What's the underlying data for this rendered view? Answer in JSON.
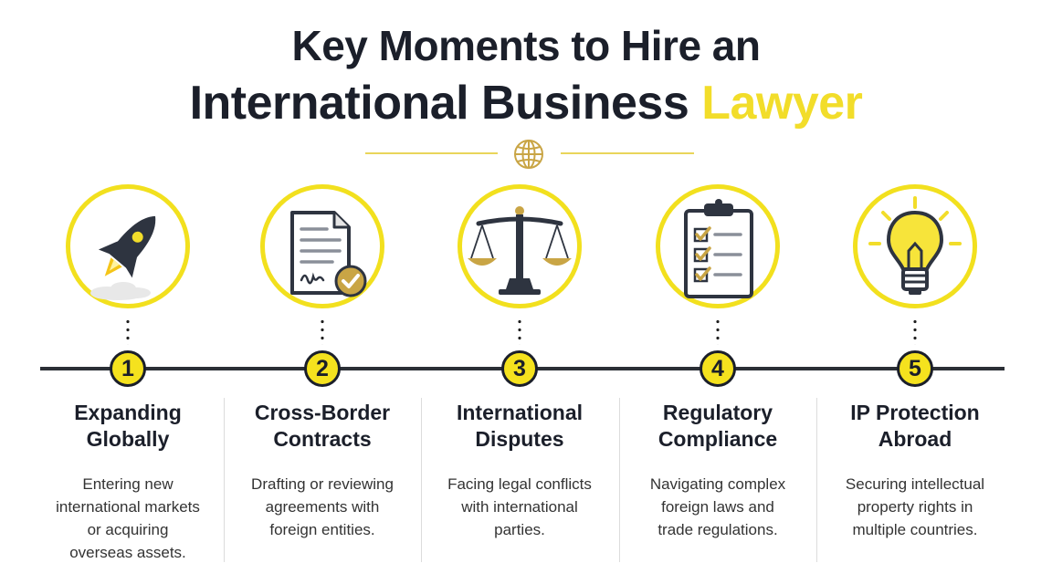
{
  "title": {
    "line1": "Key Moments to Hire an",
    "line2_main": "International Business",
    "line2_accent": "Lawyer"
  },
  "colors": {
    "accent": "#f2dd2a",
    "dark": "#1b1f2a",
    "icon_gold": "#c9a545"
  },
  "divider": {
    "icon": "globe-icon"
  },
  "steps": [
    {
      "number": "1",
      "icon": "rocket-icon",
      "title": "Expanding\nGlobally",
      "description": "Entering new\ninternational markets\nor acquiring\noverseas assets."
    },
    {
      "number": "2",
      "icon": "signed-contract-icon",
      "title": "Cross-Border\nContracts",
      "description": "Drafting or reviewing\nagreements with\nforeign entities."
    },
    {
      "number": "3",
      "icon": "scales-of-justice-icon",
      "title": "International\nDisputes",
      "description": "Facing legal conflicts\nwith international\nparties."
    },
    {
      "number": "4",
      "icon": "checklist-clipboard-icon",
      "title": "Regulatory\nCompliance",
      "description": "Navigating complex\nforeign laws and\ntrade regulations."
    },
    {
      "number": "5",
      "icon": "lightbulb-icon",
      "title": "IP Protection\nAbroad",
      "description": "Securing intellectual\nproperty rights in\nmultiple countries."
    }
  ]
}
